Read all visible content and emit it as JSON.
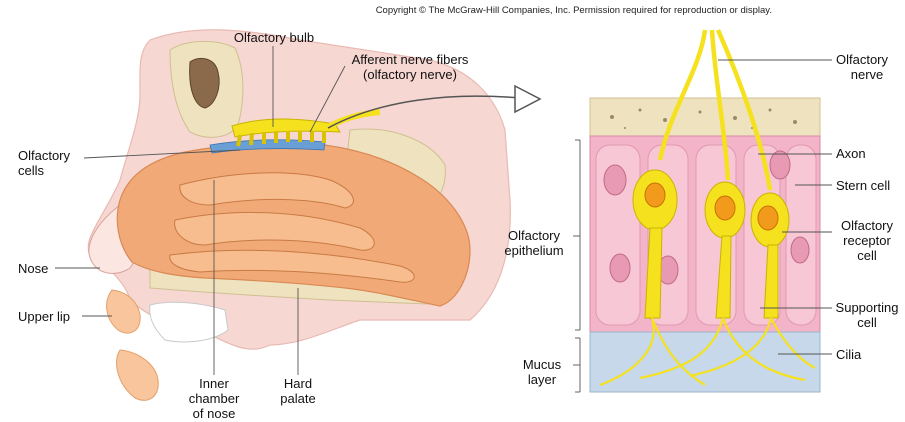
{
  "copyright": "Copyright © The McGraw-Hill Companies, Inc. Permission required for reproduction or display.",
  "labels": {
    "olfactory_bulb": "Olfactory bulb",
    "afferent_1": "Afferent nerve fibers",
    "afferent_2": "(olfactory nerve)",
    "olfactory_cells_1": "Olfactory",
    "olfactory_cells_2": "cells",
    "nose": "Nose",
    "upper_lip": "Upper lip",
    "inner_1": "Inner",
    "inner_2": "chamber",
    "inner_3": "of nose",
    "hard_1": "Hard",
    "hard_2": "palate",
    "olf_nerve_1": "Olfactory",
    "olf_nerve_2": "nerve",
    "axon": "Axon",
    "stern": "Stern cell",
    "receptor_1": "Olfactory",
    "receptor_2": "receptor",
    "receptor_3": "cell",
    "epith_1": "Olfactory",
    "epith_2": "epithelium",
    "supporting_1": "Supporting",
    "supporting_2": "cell",
    "mucus_1": "Mucus",
    "mucus_2": "layer",
    "cilia": "Cilia"
  },
  "colors": {
    "skin": "#f6d7d2",
    "nasal_cavity": "#f2a978",
    "bone": "#efe3bf",
    "nerve": "#f5e11e",
    "olfactory_strip": "#6a9fd6",
    "epithelium": "#f3b3c8",
    "mucus": "#c6d8ea",
    "receptor_nucleus": "#f29a1c"
  }
}
